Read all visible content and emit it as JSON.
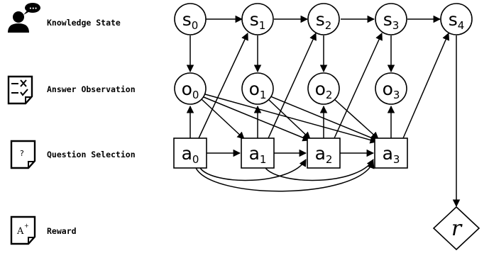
{
  "legend": [
    {
      "id": "knowledge",
      "icon": "person-speech-icon",
      "label": "Knowledge State"
    },
    {
      "id": "answer",
      "icon": "checklist-icon",
      "label": "Answer Observation"
    },
    {
      "id": "question",
      "icon": "question-note-icon",
      "label": "Question Selection"
    },
    {
      "id": "reward",
      "icon": "a-plus-note-icon",
      "label": "Reward"
    }
  ],
  "icon_text": {
    "question_mark": "?",
    "grade": "A",
    "grade_sup": "+"
  },
  "nodes": {
    "states": [
      {
        "base": "s",
        "sub": "0"
      },
      {
        "base": "s",
        "sub": "1"
      },
      {
        "base": "s",
        "sub": "2"
      },
      {
        "base": "s",
        "sub": "3"
      },
      {
        "base": "s",
        "sub": "4"
      }
    ],
    "observations": [
      {
        "base": "o",
        "sub": "0"
      },
      {
        "base": "o",
        "sub": "1"
      },
      {
        "base": "o",
        "sub": "2"
      },
      {
        "base": "o",
        "sub": "3"
      }
    ],
    "actions": [
      {
        "base": "a",
        "sub": "0"
      },
      {
        "base": "a",
        "sub": "1"
      },
      {
        "base": "a",
        "sub": "2"
      },
      {
        "base": "a",
        "sub": "3"
      }
    ],
    "reward": {
      "label": "r"
    }
  }
}
